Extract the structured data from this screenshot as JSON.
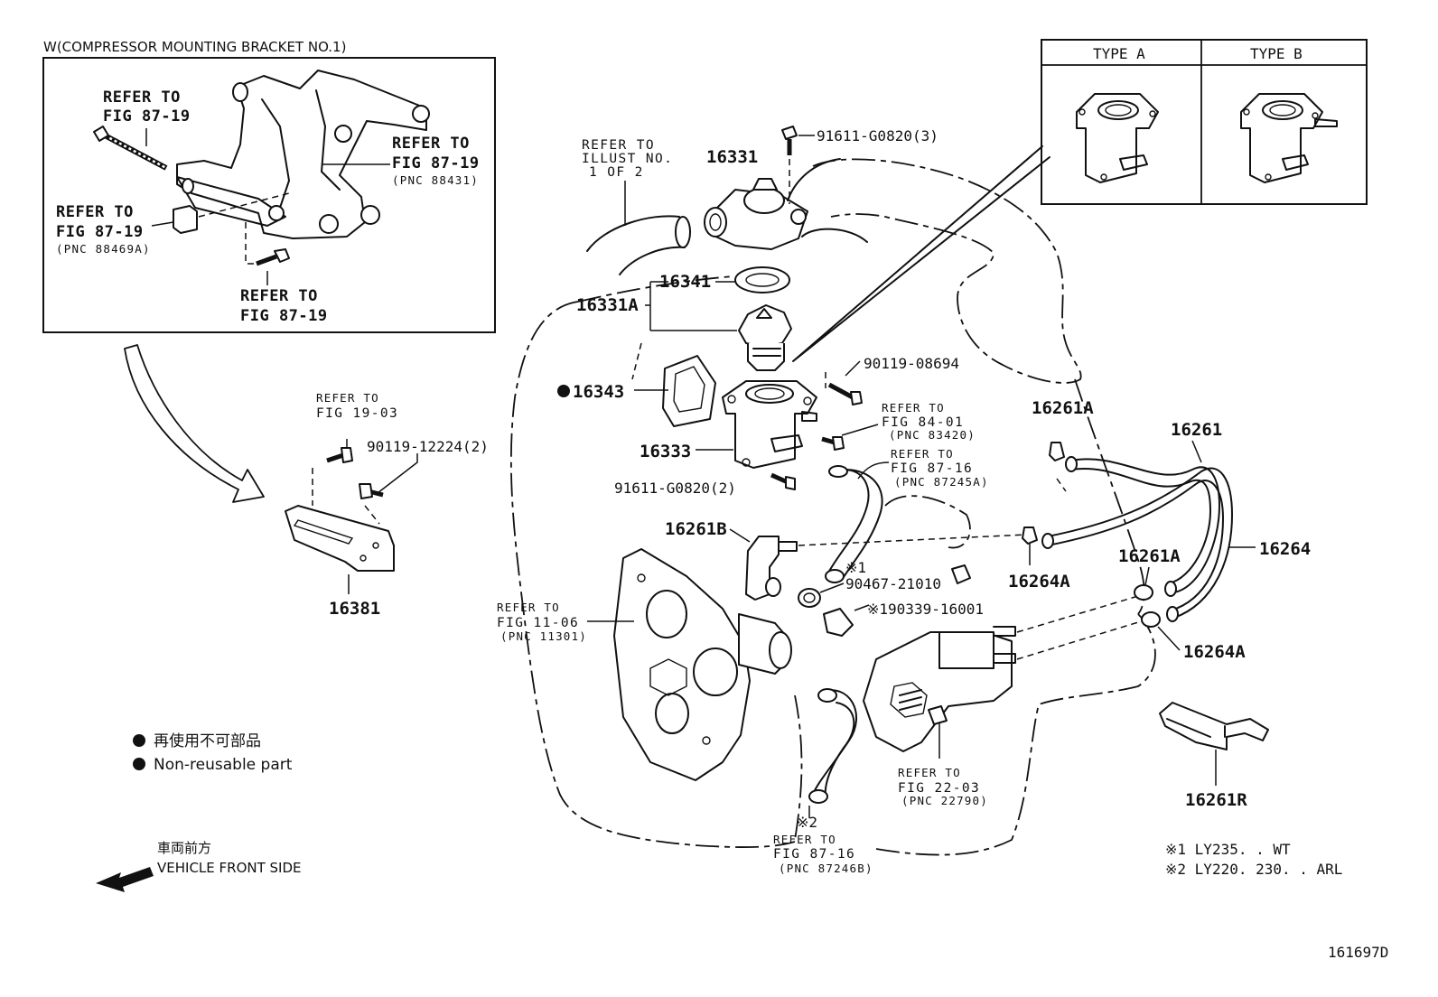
{
  "inset": {
    "title": "W(COMPRESSOR MOUNTING BRACKET NO.1)",
    "ref_bolt_l1": "REFER TO",
    "ref_bolt_l2": "FIG 87-19",
    "ref_top_l1": "REFER TO",
    "ref_top_l2": "FIG 87-19",
    "ref_top_l3": "(PNC 88431)",
    "ref_left_l1": "REFER TO",
    "ref_left_l2": "FIG 87-19",
    "ref_left_l3": "(PNC 88469A)",
    "ref_bottom_l1": "REFER TO",
    "ref_bottom_l2": "FIG 87-19"
  },
  "types": {
    "type_a": "TYPE A",
    "type_b": "TYPE B"
  },
  "parts": {
    "p16331": "16331",
    "p16341": "16341",
    "p16331A": "16331A",
    "p16343": "16343",
    "p16333": "16333",
    "p16261B": "16261B",
    "p16381": "16381",
    "p16261A_top": "16261A",
    "p16261": "16261",
    "p16264": "16264",
    "p16264A_mid": "16264A",
    "p16261A_low": "16261A",
    "p16264A_low": "16264A",
    "p16261R": "16261R",
    "b91611_top": "91611-G0820(3)",
    "b90119_08694": "90119-08694",
    "b91611_mid": "91611-G0820(2)",
    "b90119_12224": "90119-12224(2)",
    "n90467": "90467-21010",
    "n90467_mark": "※1",
    "n190339": "※190339-16001"
  },
  "refs": {
    "illust_l1": "REFER TO",
    "illust_l2": "ILLUST NO.",
    "illust_l3": "1 OF 2",
    "fig1903_l1": "REFER TO",
    "fig1903_l2": "FIG 19-03",
    "fig8401_l1": "REFER TO",
    "fig8401_l2": "FIG 84-01",
    "fig8401_l3": "(PNC 83420)",
    "fig8716a_l1": "REFER TO",
    "fig8716a_l2": "FIG 87-16",
    "fig8716a_l3": "(PNC 87245A)",
    "fig1106_l1": "REFER TO",
    "fig1106_l2": "FIG 11-06",
    "fig1106_l3": "(PNC 11301)",
    "fig2203_l1": "REFER TO",
    "fig2203_l2": "FIG 22-03",
    "fig2203_l3": "(PNC 22790)",
    "fig8716b_mark": "※2",
    "fig8716b_l1": "REFER TO",
    "fig8716b_l2": "FIG 87-16",
    "fig8716b_l3": "(PNC 87246B)"
  },
  "legend": {
    "non_reusable_jp": "再使用不可部品",
    "non_reusable_en": "Non-reusable part"
  },
  "direction": {
    "jp": "車両前方",
    "en": "VEHICLE FRONT SIDE"
  },
  "notes": {
    "note1": "※1  LY235. . WT",
    "note2": "※2  LY220. 230. . ARL"
  },
  "figure_id": "161697D"
}
